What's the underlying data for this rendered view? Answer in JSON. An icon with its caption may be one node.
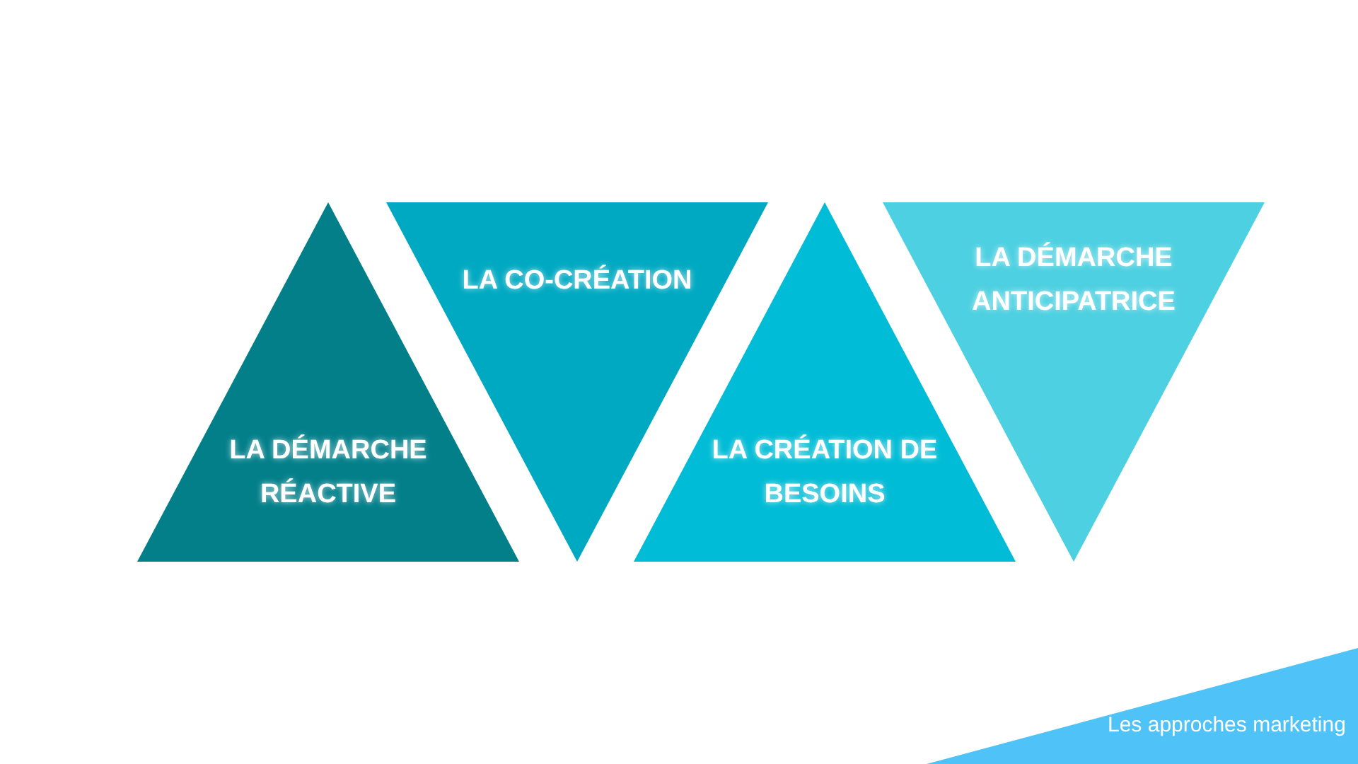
{
  "diagram": {
    "nodes": [
      {
        "text": [
          "LA DÉMARCHE RÉACTIVE"
        ]
      },
      {
        "text": [
          "LA CO-CRÉATION"
        ]
      },
      {
        "text": [
          "LA CRÉATION DE BESOINS"
        ]
      },
      {
        "text": [
          "LA DÉMARCHE ANTICIPATRICE"
        ]
      },
      {
        "text": [
          "Les approches marketing"
        ]
      }
    ],
    "edges": []
  }
}
